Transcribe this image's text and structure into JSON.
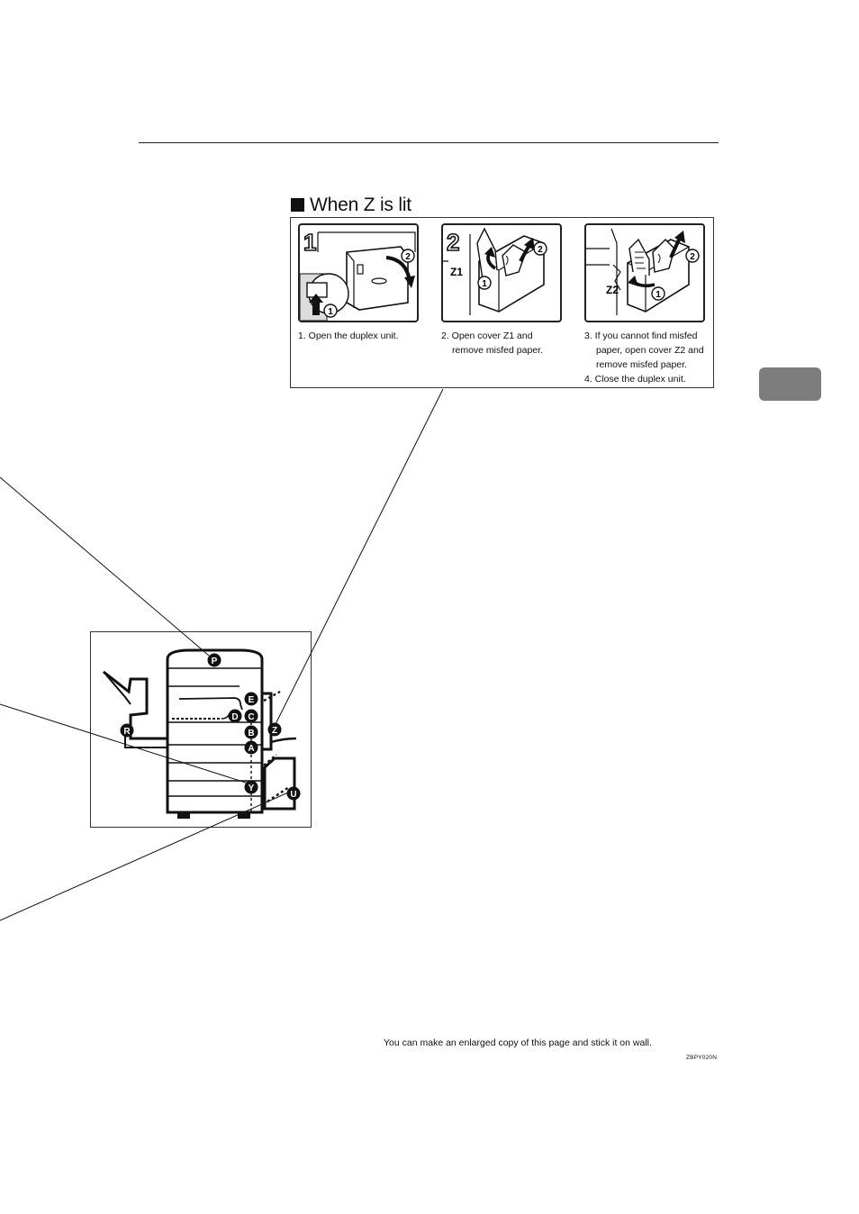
{
  "heading": {
    "text": "When Z is lit"
  },
  "steps": [
    {
      "number": "1",
      "lines": [
        "1. Open the duplex unit."
      ]
    },
    {
      "number": "2",
      "lines": [
        "2. Open cover Z1 and",
        "remove misfed paper."
      ],
      "cover_label": "Z1"
    },
    {
      "number": "3",
      "lines": [
        "3. If you cannot find misfed",
        "paper, open cover Z2 and",
        "remove misfed paper.",
        "4. Close the duplex unit."
      ],
      "cover_label": "Z2"
    }
  ],
  "sub_step_marks": [
    "1",
    "2"
  ],
  "overview_labels": [
    "P",
    "E",
    "C",
    "D",
    "B",
    "A",
    "R",
    "Z",
    "Y",
    "U"
  ],
  "footer": {
    "note": "You can make an enlarged copy of this page and stick it on wall.",
    "image_code": "ZBPY020N"
  },
  "colors": {
    "ink": "#111111",
    "section_tab": "#7d7d7d"
  }
}
